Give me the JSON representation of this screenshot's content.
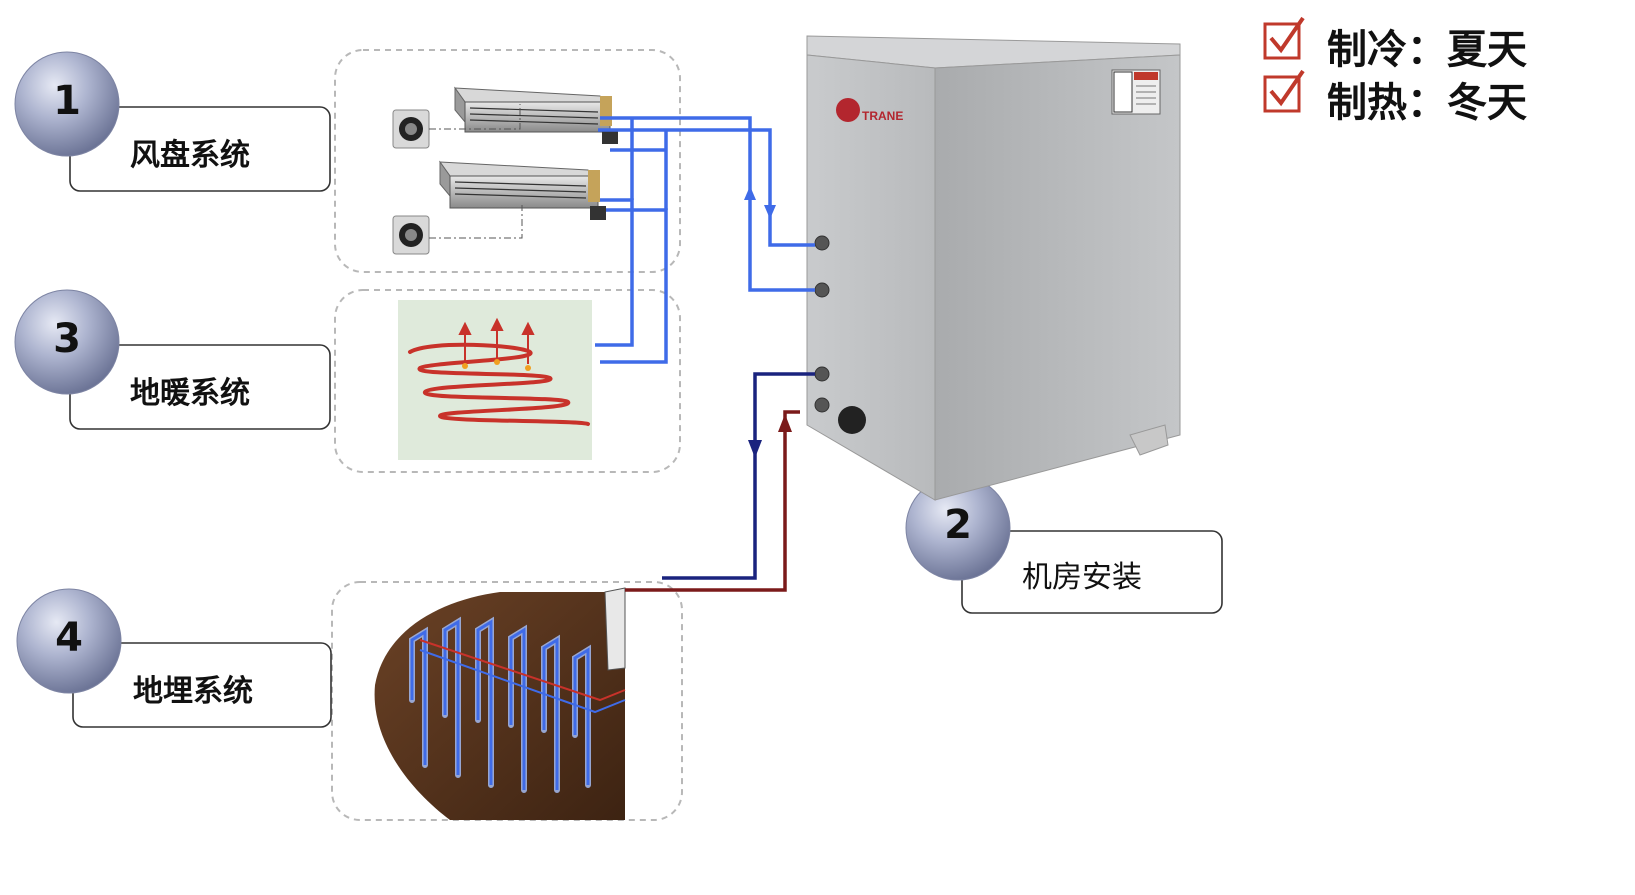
{
  "steps": [
    {
      "number": "1",
      "label": "风盘系统"
    },
    {
      "number": "2",
      "label": "机房安装"
    },
    {
      "number": "3",
      "label": "地暖系统"
    },
    {
      "number": "4",
      "label": "地埋系统"
    }
  ],
  "legend": {
    "items": [
      {
        "icon": "checkbox-checked-icon",
        "text": "制冷：夏天"
      },
      {
        "icon": "checkbox-checked-icon",
        "text": "制热：冬天"
      }
    ]
  },
  "unit": {
    "brand": "TRANE"
  },
  "colors": {
    "circle_fill": "#9aa3c2",
    "check_red": "#c0392b",
    "pipe_blue": "#3f6be8",
    "pipe_navy": "#1a237e",
    "pipe_darkred": "#7b1a1a",
    "floor_heat_red": "#c8322a"
  }
}
